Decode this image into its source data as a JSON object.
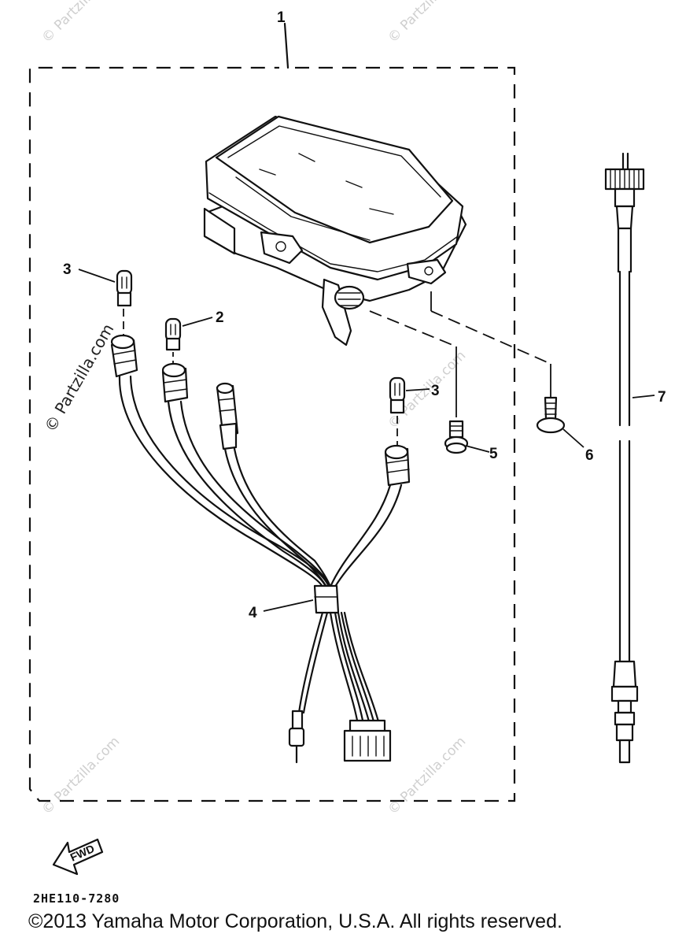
{
  "callouts": [
    {
      "id": "1",
      "label": "1"
    },
    {
      "id": "2",
      "label": "2"
    },
    {
      "id": "3a",
      "label": "3"
    },
    {
      "id": "3b",
      "label": "3"
    },
    {
      "id": "4",
      "label": "4"
    },
    {
      "id": "5",
      "label": "5"
    },
    {
      "id": "6",
      "label": "6"
    },
    {
      "id": "7",
      "label": "7"
    }
  ],
  "fwd_label": "FWD",
  "diagram_code": "2HE110-7280",
  "watermark": "© Partzilla.com",
  "copyright": "©2013 Yamaha Motor Corporation, U.S.A. All rights reserved."
}
